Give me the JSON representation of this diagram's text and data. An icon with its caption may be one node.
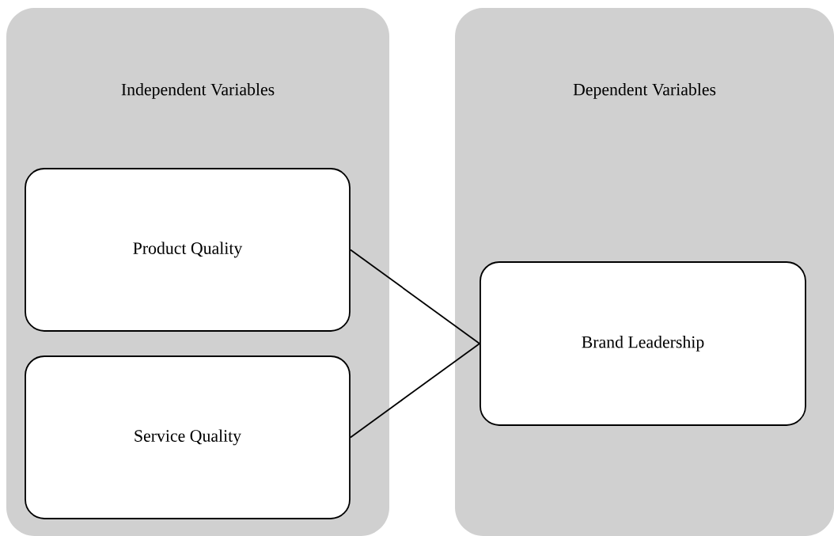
{
  "diagram": {
    "nodes": [
      {
        "text": [
          "Independent Variables"
        ]
      },
      {
        "text": [
          "Product Quality"
        ],
        "in": 0
      },
      {
        "text": [
          "Service Quality"
        ],
        "in": 0
      },
      {
        "text": [
          "Dependent Variables"
        ]
      },
      {
        "text": [
          "Brand Leadership"
        ],
        "in": 3
      }
    ],
    "edges": [
      {
        "from": 1,
        "to": 4,
        "arrow": "none"
      },
      {
        "from": 2,
        "to": 4,
        "arrow": "none"
      }
    ]
  }
}
